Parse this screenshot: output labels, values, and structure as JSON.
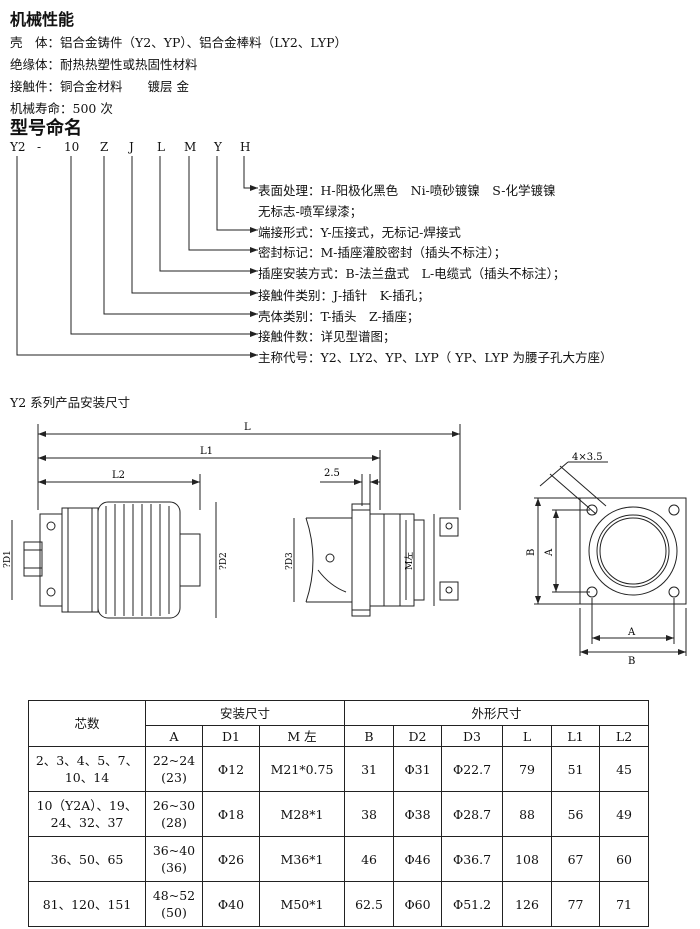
{
  "mech": {
    "title": "机械性能",
    "lines": [
      "壳　体：铝合金铸件（Y2、YP）、铝合金棒料（LY2、LYP）",
      "绝缘体：耐热热塑性或热固性材料",
      "接触件：铜合金材料　　镀层 金",
      "机械寿命：500 次"
    ]
  },
  "model": {
    "title": "型号命名",
    "codes": [
      "Y2",
      "-",
      "10",
      "Z",
      "J",
      "L",
      "M",
      "Y",
      "H"
    ],
    "descs": [
      "表面处理：H-阳极化黑色　Ni-喷砂镀镍　S-化学镀镍",
      "无标志-喷军绿漆；",
      "端接形式：Y-压接式，无标记-焊接式",
      "密封标记：M-插座灌胶密封（插头不标注）；",
      "插座安装方式：B-法兰盘式　L-电缆式（插头不标注）；",
      "接触件类别：J-插针　K-插孔；",
      "壳体类别：T-插头　Z-插座；",
      "接触件数：详见型谱图；",
      "主称代号：Y2、LY2、YP、LYP（ YP、LYP 为腰子孔大方座）"
    ]
  },
  "install": {
    "title": "Y2 系列产品安装尺寸",
    "labels": {
      "L": "L",
      "L1": "L1",
      "L2": "L2",
      "D1": "?D1",
      "D2": "?D2",
      "D3": "?D3",
      "Mleft": "M左",
      "gap": "2.5",
      "holes": "4×3.5",
      "A": "A",
      "B": "B"
    }
  },
  "table": {
    "h_cores": "芯数",
    "h_install": "安装尺寸",
    "h_outer": "外形尺寸",
    "cols": [
      "A",
      "D1",
      "M 左",
      "B",
      "D2",
      "D3",
      "L",
      "L1",
      "L2"
    ],
    "rows": [
      {
        "cores": [
          "2、3、4、5、7、",
          "10、14"
        ],
        "A": [
          "22~24",
          "(23)"
        ],
        "D1": "Φ12",
        "M": "M21*0.75",
        "B": "31",
        "D2": "Φ31",
        "D3": "Φ22.7",
        "L": "79",
        "L1": "51",
        "L2": "45"
      },
      {
        "cores": [
          "10（Y2A）、19、",
          "24、32、37"
        ],
        "A": [
          "26~30",
          "(28)"
        ],
        "D1": "Φ18",
        "M": "M28*1",
        "B": "38",
        "D2": "Φ38",
        "D3": "Φ28.7",
        "L": "88",
        "L1": "56",
        "L2": "49"
      },
      {
        "cores": [
          "36、50、65"
        ],
        "A": [
          "36~40",
          "(36)"
        ],
        "D1": "Φ26",
        "M": "M36*1",
        "B": "46",
        "D2": "Φ46",
        "D3": "Φ36.7",
        "L": "108",
        "L1": "67",
        "L2": "60"
      },
      {
        "cores": [
          "81、120、151"
        ],
        "A": [
          "48~52",
          "(50)"
        ],
        "D1": "Φ40",
        "M": "M50*1",
        "B": "62.5",
        "D2": "Φ60",
        "D3": "Φ51.2",
        "L": "126",
        "L1": "77",
        "L2": "71"
      }
    ]
  }
}
